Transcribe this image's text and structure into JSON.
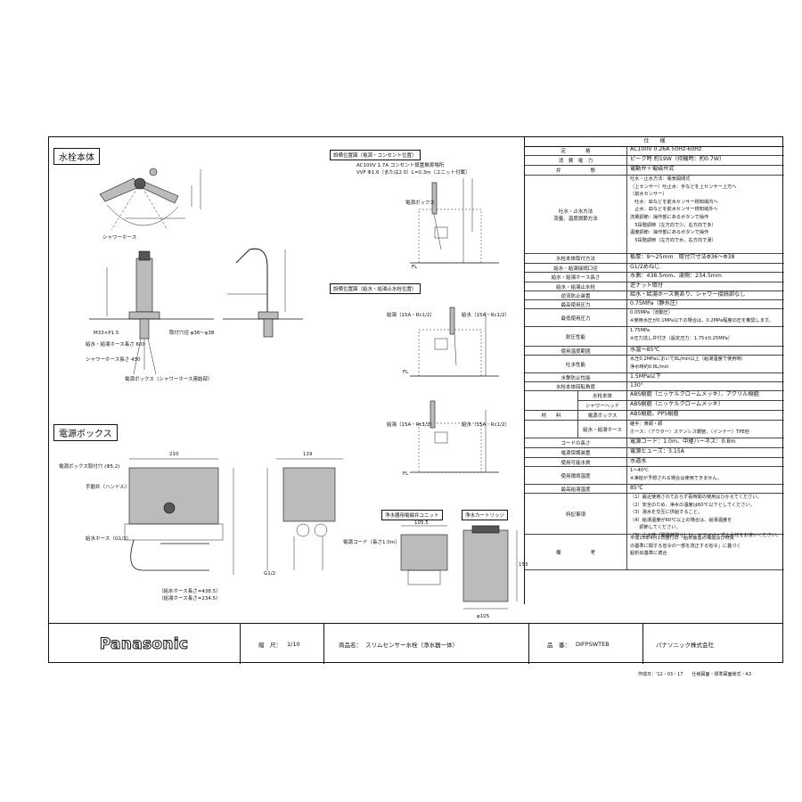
{
  "sections": {
    "faucet_body": "水栓本体",
    "power_box": "電源ボックス",
    "install_pos_power": "設備位置図（電源・コンセント位置）",
    "install_pos_supply": "設備位置図（給水・給湯止水栓位置）",
    "filter_unit": "浄水器用電磁弁ユニット",
    "cartridge": "浄水カートリッジ"
  },
  "labels": {
    "shower_hose": "シャワーホース",
    "handle": "ハンドル",
    "power_box_small": "電源ボックス",
    "mount_hole": "取付穴径 φ36〜φ38",
    "thread": "M33×P1.5",
    "supply_hose": "給水・給湯ホース長さ 600",
    "shower_hose_len": "シャワーホース長さ 430",
    "power_box_note": "電源ボックス（シャワーホース連結部）",
    "ac_note": "AC100V 1.7A コンセント設置推奨場所",
    "vvf_note": "VVF Φ1.6（または2.0）L=0.3m（ユニット付属）",
    "power_box_supply": "電源ボックス",
    "wall_fl": "FL",
    "pipe_15a": "給湯（15A・Rc1/2）",
    "pipe_15a_b": "給水（15A・Rc1/2）",
    "power_box_hole": "電源ボックス取付穴 (Φ5.2)",
    "handle_knob": "手動弁（ハンドル）",
    "supply_hose2": "給水ホース（G1/2）",
    "power_cord": "電源コード（長さ1.0m）",
    "dim_lengths": "（給水ホース長さ=438.5）\n（給湯ホース長さ=234.5）",
    "g12": "G1/2",
    "phi105": "φ105",
    "d1055": "105.5",
    "d153": "153",
    "d210": "210",
    "d119": "119"
  },
  "spec": {
    "title": "仕　　様",
    "rows": [
      {
        "label": "定　　　　格",
        "value": "AC100V 0.26A 50Hz-60Hz"
      },
      {
        "label": "消　費　電　力",
        "value": "ピーク時 約19W（待機時：約0.7W）"
      },
      {
        "label": "弁　　　　　　態",
        "value": "電動弁＋電磁弁式"
      },
      {
        "label": "吐水・止水方法\n流量、温度調節方法",
        "value": "吐水・止水方法：電気開閉式\n（上センサー）吐止水：手などを上センサー上方へ\n（前水センサー）\n　吐水：皿などを前水センサー検知域内へ\n　止水：皿などを前水センサー検知域外へ\n流量調節：操作部にあるボタンで操作\n　5段階調節（左方向で少、右方向で多）\n温度調節：操作部にあるボタンで操作\n　5段階調節（左方向で水、右方向で湯）"
      },
      {
        "label": "水栓本体取付方法",
        "value": "板厚：9〜25mm　取付穴寸法Φ36〜Φ38"
      },
      {
        "label": "給水・給湯接続口径",
        "value": "G1/2めねじ"
      },
      {
        "label": "給水・給湯ホース長さ",
        "value": "水側：438.5mm、湯側：234.5mm"
      },
      {
        "label": "給水・給湯止水栓",
        "value": "逆ナット取付"
      },
      {
        "label": "逆流防止装置",
        "value": "給水・給湯ホース側あり、シャワー接続部なし"
      },
      {
        "label": "最高使用圧力",
        "value": "0.75MPa（静水圧）"
      },
      {
        "label": "最低使用圧力",
        "value": "0.05MPa（流動圧）\n※使用水圧が0.1MPa以下の場合は、0.2MPa程度の圧を推奨します。"
      },
      {
        "label": "耐圧性能",
        "value": "1.75MPa\n※圧力逃し弁付き（設定圧力：1.75±0.25MPa）"
      },
      {
        "label": "使用温度範囲",
        "value": "水温～85℃"
      },
      {
        "label": "吐水性能",
        "value": "水圧0.2MPaにおいて8L/min以上（給湯温度で使用時）\n浄水時約0.8L/min"
      },
      {
        "label": "水撃防止性能",
        "value": "1.5MPa以下"
      },
      {
        "label": "水栓本体回転角度",
        "value": "130°"
      },
      {
        "label": "水栓本体",
        "value": "ABS樹脂（ニッケルクロームメッキ）、アクリル樹脂"
      },
      {
        "label": "シャワーヘッド",
        "value": "ABS樹脂（ニッケルクロームメッキ）"
      },
      {
        "label": "電源ボックス",
        "value": "ABS樹脂、PPS樹脂"
      },
      {
        "label": "給水・給湯ホース",
        "value": "継手：黄銅・銅\nホース：（アウター）ステンレス鋼管、（インナー）TPE他"
      },
      {
        "label": "コードの長さ",
        "value": "電源コード：1.0m、中継ハーネス：0.8m"
      },
      {
        "label": "電源保護装置",
        "value": "電源ヒューズ：3.15A"
      },
      {
        "label": "使用可能水質",
        "value": "水道水"
      },
      {
        "label": "使用環境温度",
        "value": "1～40℃\n※凍結が予想される場合は使用できません。"
      },
      {
        "label": "最高給湯温度",
        "value": "85℃"
      },
      {
        "label": "特記事項",
        "value": "（1）最近使用されておらず長時間の使用はひかえてください。\n（2）安全のため、浄水の温度は60℃以下としてください。\n（3）湯水を交互に供給すること。\n（4）給湯温度が60℃以上の場合は、給湯温度を\n　　調節してください。\n（5）止水栓（電磁弁除く）は、ドライバー式止水栓をお使いください。"
      },
      {
        "label": "備　　　　　　考",
        "value": "平成15年4月1日施行の「給水装置の構造及び材質\nの基準に関する省令の一部を改正する省令」に基づく\n鉛析出基準に適合"
      }
    ],
    "material_label": "材　　料"
  },
  "title_block": {
    "logo": "Panasonic",
    "scale_label": "縮　尺：",
    "scale_value": "1/10",
    "product_label": "商品名：",
    "product_value": "スリムセンサー水栓（浄水器一体）",
    "partno_label": "品　番：",
    "partno_value": "DIFPSWTEB",
    "company": "パナソニック株式会社"
  },
  "footer": "作成日：'12・03・17　　仕様図面・標準図面様式・A3"
}
